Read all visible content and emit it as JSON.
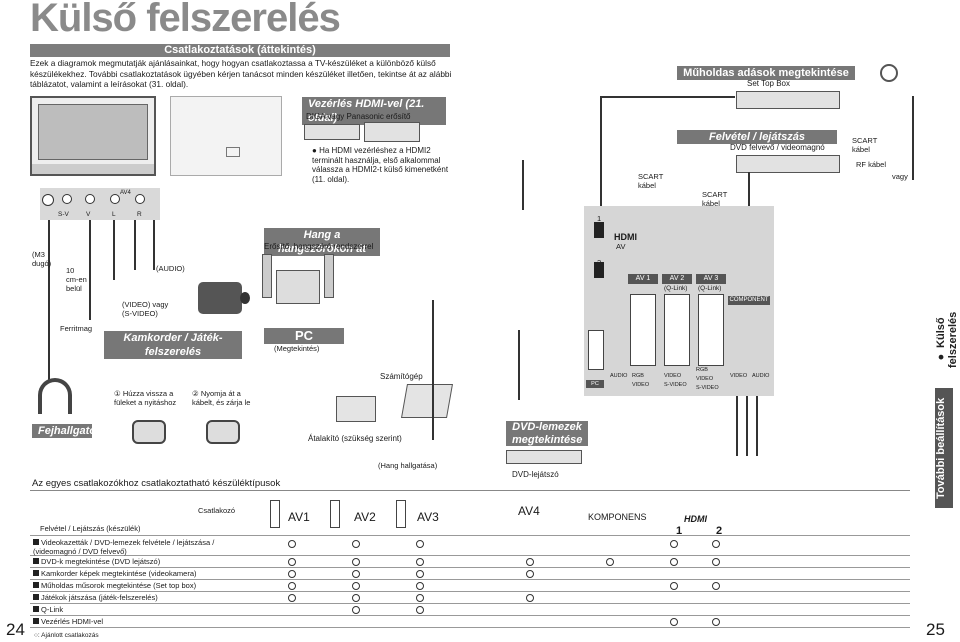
{
  "page": {
    "title": "Külső felszerelés",
    "page_left": "24",
    "page_right": "25",
    "side_tab_top": "Külső felszerelés",
    "side_tab_bottom": "További beállítások"
  },
  "overview": {
    "header": "Csatlakoztatások (áttekintés)",
    "intro": "Ezek a diagramok megmutatják ajánlásainkat, hogy hogyan csatlakoztassa a TV-készüléket a különböző külső készülékekhez. További csatlakoztatások ügyében kérjen tanácsot minden készüléket illetően, tekintse át az alábbi táblázatot, valamint a leírásokat (31. oldal)."
  },
  "hdmi_control": {
    "header": "Vezérlés HDMI-vel (21. oldal)",
    "device": "DIGA vagy Panasonic erősítő",
    "note": "Ha HDMI vezérléshez a HDMI2 terminált használja, első alkalommal válassza a HDMI2-t külső kimenetként (11. oldal)."
  },
  "satellite": {
    "header": "Műholdas adások megtekintése",
    "device": "Set Top Box"
  },
  "record": {
    "header": "Felvétel / lejátszás",
    "device": "DVD felvevő / videomagnó",
    "scart1": "SCART kábel",
    "scart2": "SCART kábel",
    "scart3": "SCART kábel",
    "rf": "RF kábel",
    "or": "vagy"
  },
  "tv_panel": {
    "av4": "AV4",
    "sv": "S-V",
    "v": "V",
    "l": "L",
    "r": "R",
    "m3": "(M3 dugó)",
    "ten_cm": "10 cm-en belül",
    "ferrit": "Ferritmag",
    "audio": "(AUDIO)",
    "video": "(VIDEO) vagy (S-VIDEO)"
  },
  "speakers": {
    "header": "Hang a hangszórókon át",
    "device": "Erősítő, hangszóró rendszerrel"
  },
  "camcorder": {
    "header": "Kamkorder / Játék-felszerelés"
  },
  "headphones": {
    "header": "Fejhallgató"
  },
  "pc": {
    "header": "PC",
    "sub": "(Megtekintés)",
    "computer": "Számítógép",
    "adapter": "Átalakító (szükség szerint)",
    "audio_cable": "(Hang hallgatása)"
  },
  "ferrite_steps": {
    "step1": "Húzza vissza a füleket a nyitáshoz",
    "step2": "Nyomja át a kábelt, és zárja le"
  },
  "dvd": {
    "header": "DVD-lemezek megtekintése",
    "device": "DVD-lejátszó"
  },
  "rear_panel": {
    "hdmi": "HDMI",
    "av": "AV",
    "av1": "AV 1",
    "av2": "AV 2",
    "av2_sub": "(Q-Link)",
    "av3": "AV 3",
    "av3_sub": "(Q-Link)",
    "component": "COMPONENT",
    "pc": "PC",
    "audio": "AUDIO",
    "rgb_video": "RGB VIDEO",
    "video_svideo": "VIDEO S-VIDEO",
    "rgb_video_svideo": "RGB VIDEO S-VIDEO",
    "video": "VIDEO",
    "hdmi1": "1",
    "hdmi2": "2"
  },
  "table": {
    "caption": "Az egyes csatlakozókhoz csatlakoztatható készüléktípusok",
    "corner_top": "Csatlakozó",
    "corner_bottom": "Felvétel / Lejátszás (készülék)",
    "columns": [
      "AV1",
      "AV2",
      "AV3",
      "AV4",
      "KOMPONENS",
      "1",
      "2"
    ],
    "column_hdmi": "HDMI",
    "rows": [
      "Videokazetták / DVD-lemezek felvétele / lejátszása / (videomagnó / DVD felvevő)",
      "DVD-k megtekintése (DVD lejátszó)",
      "Kamkorder képek megtekintése (videokamera)",
      "Műholdas műsorok megtekintése (Set top box)",
      "Játékok játszása (játék-felszerelés)",
      "Q-Link",
      "Vezérlés HDMI-vel"
    ],
    "legend": "○: Ajánlott csatlakozás"
  }
}
